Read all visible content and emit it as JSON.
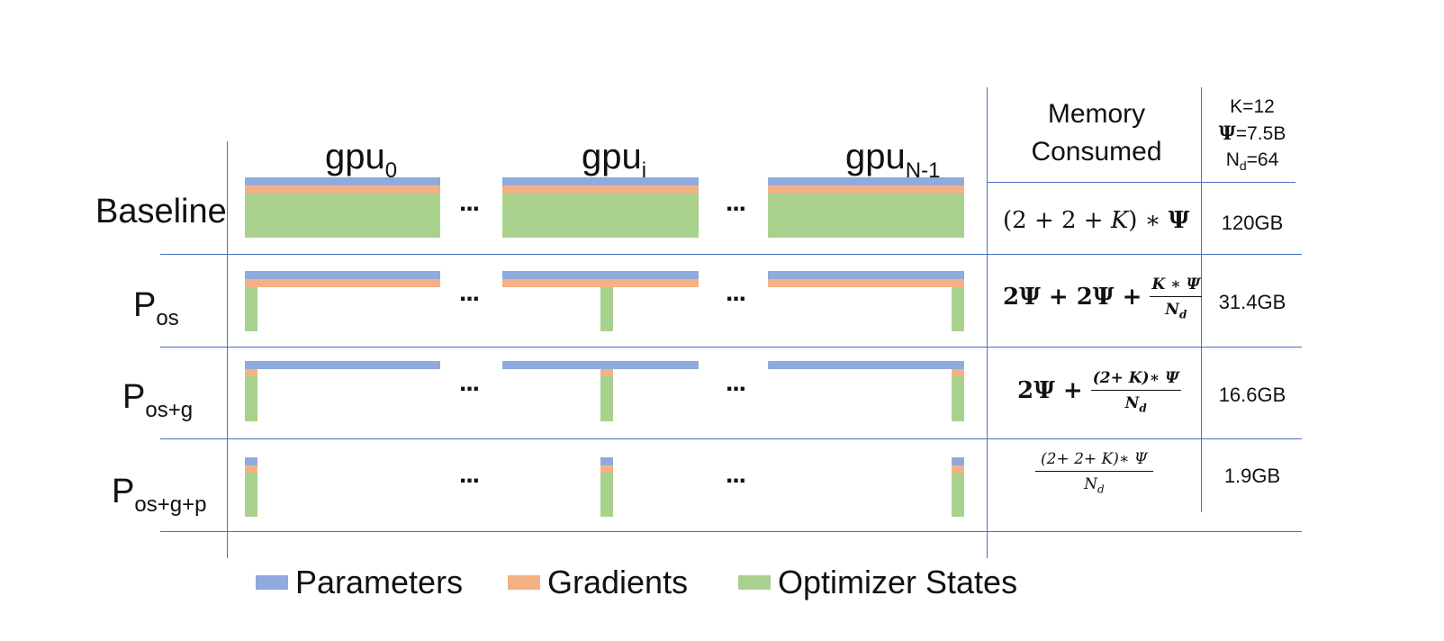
{
  "columns": {
    "gpu0": {
      "base": "gpu",
      "sub": "0"
    },
    "gpui": {
      "base": "gpu",
      "sub": "i"
    },
    "gpuN": {
      "base": "gpu",
      "sub": "N-1"
    }
  },
  "ellipsis": "...",
  "memory_header_line1": "Memory",
  "memory_header_line2": "Consumed",
  "constants": {
    "k": "K=12",
    "psi_symbol": "Ψ",
    "psi_value": "=7.5B",
    "nd_base": "N",
    "nd_sub": "d",
    "nd_value": "=64"
  },
  "rows": [
    {
      "id": "baseline",
      "label_base": "Baseline",
      "label_sub": "",
      "memory": "120GB",
      "formula": {
        "lead": "(2 + 2 + ",
        "k": "K",
        "tail": ") ∗ ",
        "psi": "Ψ"
      }
    },
    {
      "id": "pos",
      "label_base": "P",
      "label_sub": "os",
      "memory": "31.4GB",
      "formula": {
        "lead": "2Ψ + 2Ψ + ",
        "num": "K ∗ Ψ",
        "den_base": "N",
        "den_sub": "d"
      }
    },
    {
      "id": "posg",
      "label_base": "P",
      "label_sub": "os+g",
      "memory": "16.6GB",
      "formula": {
        "lead": "2Ψ + ",
        "num": "(2+ K)∗ Ψ",
        "den_base": "N",
        "den_sub": "d"
      }
    },
    {
      "id": "posgp",
      "label_base": "P",
      "label_sub": "os+g+p",
      "memory": "1.9GB",
      "formula": {
        "num": "(2+ 2+ K)∗ Ψ",
        "den_base": "N",
        "den_sub": "d"
      }
    }
  ],
  "legend": [
    {
      "label": "Parameters",
      "color": "#8faadc"
    },
    {
      "label": "Gradients",
      "color": "#f4b183"
    },
    {
      "label": "Optimizer States",
      "color": "#a9d18e"
    }
  ]
}
